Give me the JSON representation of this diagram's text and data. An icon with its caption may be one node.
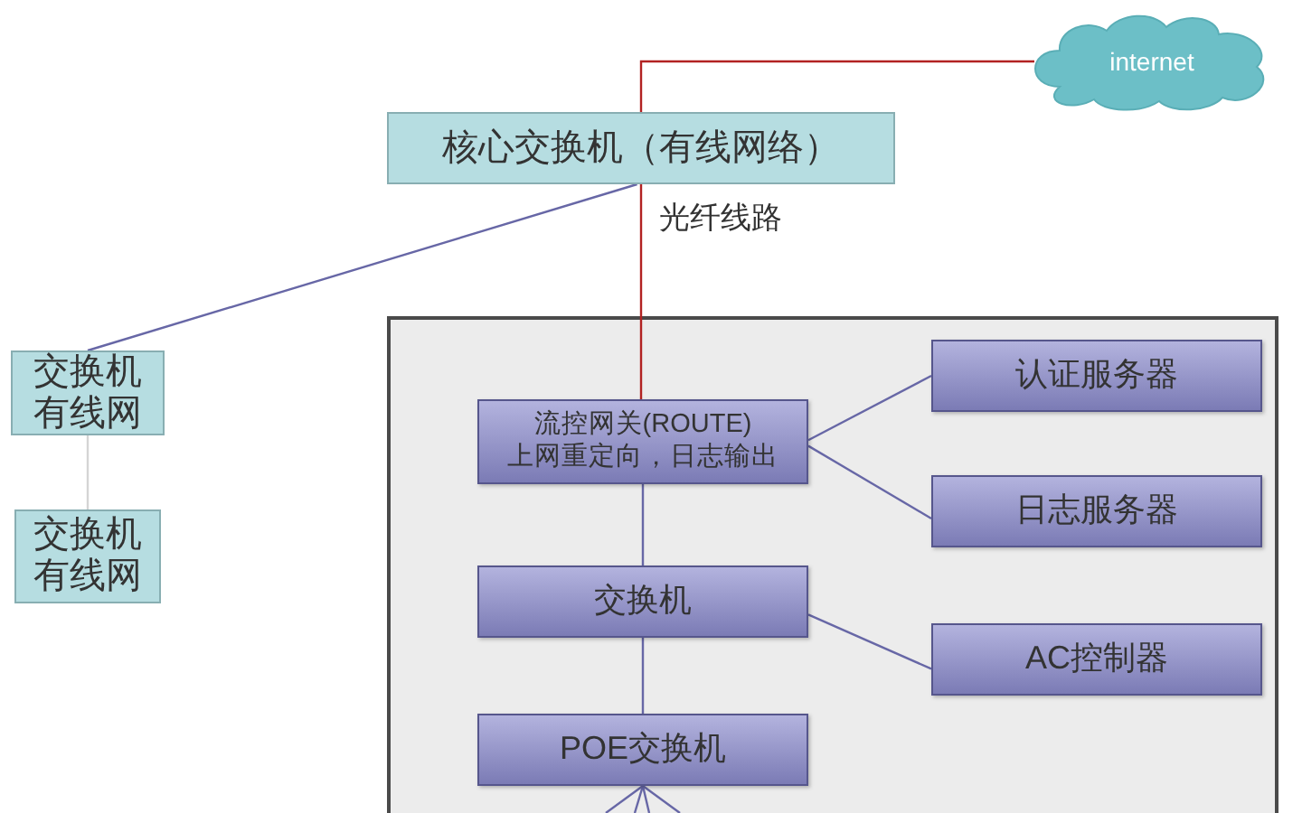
{
  "diagram": {
    "nodes": [
      {
        "text": [
          "internet"
        ]
      },
      {
        "text": [
          "核心交换机（有线网络）"
        ]
      },
      {
        "text": [
          "交换机有线网"
        ]
      },
      {
        "text": [
          "交换机有线网"
        ]
      },
      {
        "text": [],
        "shape": "box"
      },
      {
        "text": [
          "流控网关(ROUTE)",
          "上网重定向，日志输出"
        ],
        "in": 4
      },
      {
        "text": [
          "认证服务器"
        ],
        "in": 4
      },
      {
        "text": [
          "日志服务器"
        ],
        "in": 4
      },
      {
        "text": [
          "交换机"
        ],
        "in": 4
      },
      {
        "text": [
          "AC控制器"
        ],
        "in": 4
      },
      {
        "text": [
          "POE交换机"
        ],
        "in": 4
      }
    ],
    "edges": [
      {
        "from": 1,
        "to": 0,
        "arrow": "none",
        "color": "#b22222"
      },
      {
        "from": 1,
        "to": 5,
        "arrow": "none",
        "label": "光纤线路",
        "color": "#b22222"
      },
      {
        "from": 1,
        "to": 2,
        "arrow": "none"
      },
      {
        "from": 2,
        "to": 3,
        "arrow": "none",
        "color": "#d4d4d4"
      },
      {
        "from": 5,
        "to": 6,
        "arrow": "none"
      },
      {
        "from": 5,
        "to": 7,
        "arrow": "none"
      },
      {
        "from": 5,
        "to": 8,
        "arrow": "none"
      },
      {
        "from": 8,
        "to": 9,
        "arrow": "none"
      },
      {
        "from": 8,
        "to": 10,
        "arrow": "none"
      },
      {
        "from": 10,
        "to": null,
        "arrow": "none"
      },
      {
        "from": 10,
        "to": null,
        "arrow": "none"
      },
      {
        "from": 10,
        "to": null,
        "arrow": "none"
      },
      {
        "from": 10,
        "to": null,
        "arrow": "none"
      }
    ]
  }
}
